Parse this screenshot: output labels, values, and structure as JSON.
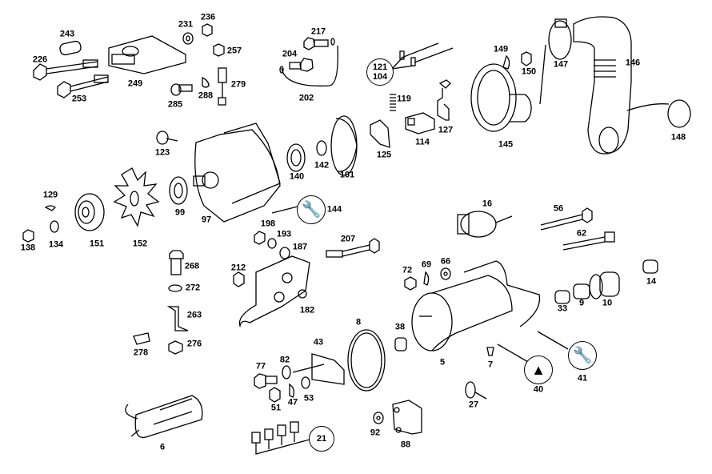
{
  "labels": [
    "243",
    "226",
    "253",
    "249",
    "231",
    "236",
    "257",
    "285",
    "288",
    "279",
    "217",
    "204",
    "202",
    "119",
    "149",
    "150",
    "147",
    "146",
    "148",
    "145",
    "127",
    "114",
    "125",
    "101",
    "142",
    "140",
    "123",
    "97",
    "129",
    "138",
    "134",
    "151",
    "152",
    "99",
    "16",
    "56",
    "62",
    "198",
    "193",
    "187",
    "207",
    "268",
    "272",
    "263",
    "278",
    "276",
    "212",
    "182",
    "72",
    "69",
    "66",
    "14",
    "33",
    "9",
    "10",
    "8",
    "38",
    "5",
    "7",
    "40",
    "41",
    "27",
    "43",
    "77",
    "82",
    "51",
    "47",
    "53",
    "6",
    "92",
    "88",
    "144"
  ],
  "callouts": {
    "c121": "121",
    "c104": "104",
    "c21": "21"
  },
  "icons": {
    "wrench": "wrench-icon",
    "triangle_plate": "triangle-plate-icon"
  }
}
